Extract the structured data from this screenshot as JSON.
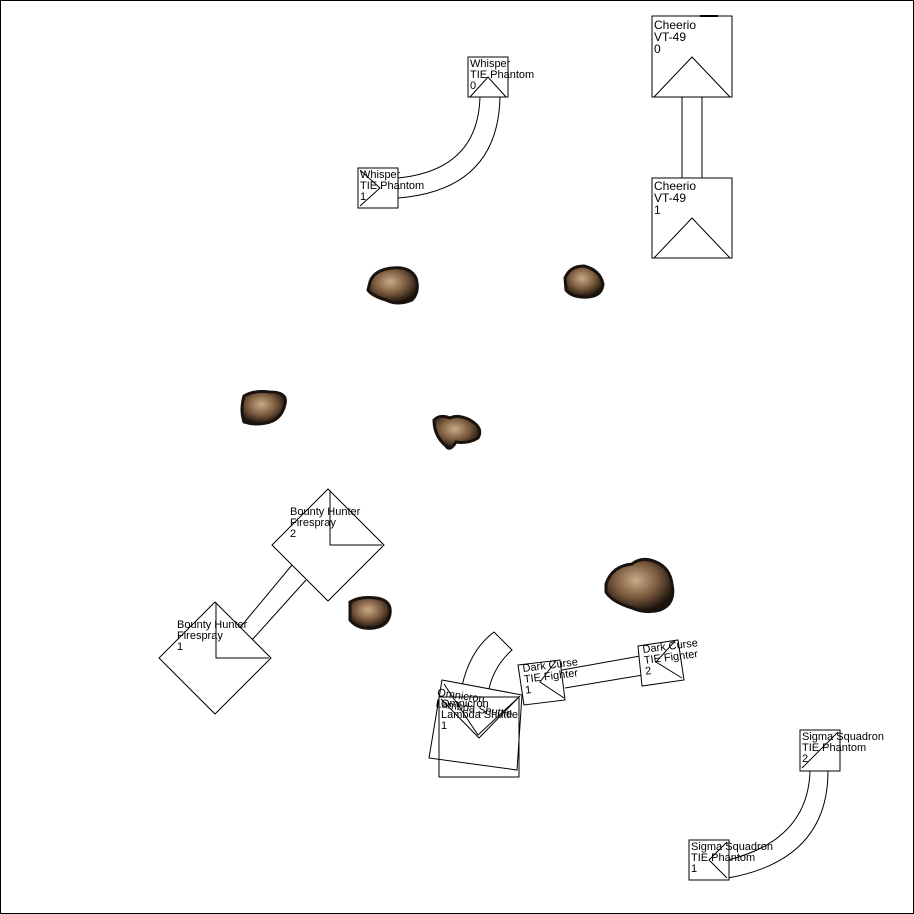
{
  "board": {
    "background": "#ffffff",
    "border": "#000000"
  },
  "ships": [
    {
      "id": "whisper-0",
      "pilot": "Whisper",
      "ship": "TIE Phantom",
      "step": "0"
    },
    {
      "id": "whisper-1",
      "pilot": "Whisper",
      "ship": "TIE Phantom",
      "step": "1"
    },
    {
      "id": "cheerio-0",
      "pilot": "Cheerio",
      "ship": "VT-49",
      "step": "0"
    },
    {
      "id": "cheerio-1",
      "pilot": "Cheerio",
      "ship": "VT-49",
      "step": "1"
    },
    {
      "id": "bounty-hunter-2",
      "pilot": "Bounty Hunter",
      "ship": "Firespray",
      "step": "2"
    },
    {
      "id": "bounty-hunter-1",
      "pilot": "Bounty Hunter",
      "ship": "Firespray",
      "step": "1"
    },
    {
      "id": "omnicron-rotated",
      "pilot": "Omnicron",
      "ship": "Lambda Shuttle",
      "step": ""
    },
    {
      "id": "omnicron-1",
      "pilot": "Omnicron",
      "ship": "Lambda Shuttle",
      "step": "1"
    },
    {
      "id": "dark-curse-1",
      "pilot": "Dark Curse",
      "ship": "TIE Fighter",
      "step": "1"
    },
    {
      "id": "dark-curse-2",
      "pilot": "Dark Curse",
      "ship": "TIE Fighter",
      "step": "2"
    },
    {
      "id": "sigma-2",
      "pilot": "Sigma Squadron",
      "ship": "TIE Phantom",
      "step": "2"
    },
    {
      "id": "sigma-1",
      "pilot": "Sigma Squadron",
      "ship": "TIE Phantom",
      "step": "1"
    }
  ],
  "asteroids": [
    {
      "id": "asteroid-1"
    },
    {
      "id": "asteroid-2"
    },
    {
      "id": "asteroid-3"
    },
    {
      "id": "asteroid-4"
    },
    {
      "id": "asteroid-5"
    },
    {
      "id": "asteroid-6"
    }
  ],
  "colors": {
    "line": "#000000",
    "rock_dark": "#1a120c",
    "rock_mid": "#6b4e36",
    "rock_light": "#b89a78"
  }
}
